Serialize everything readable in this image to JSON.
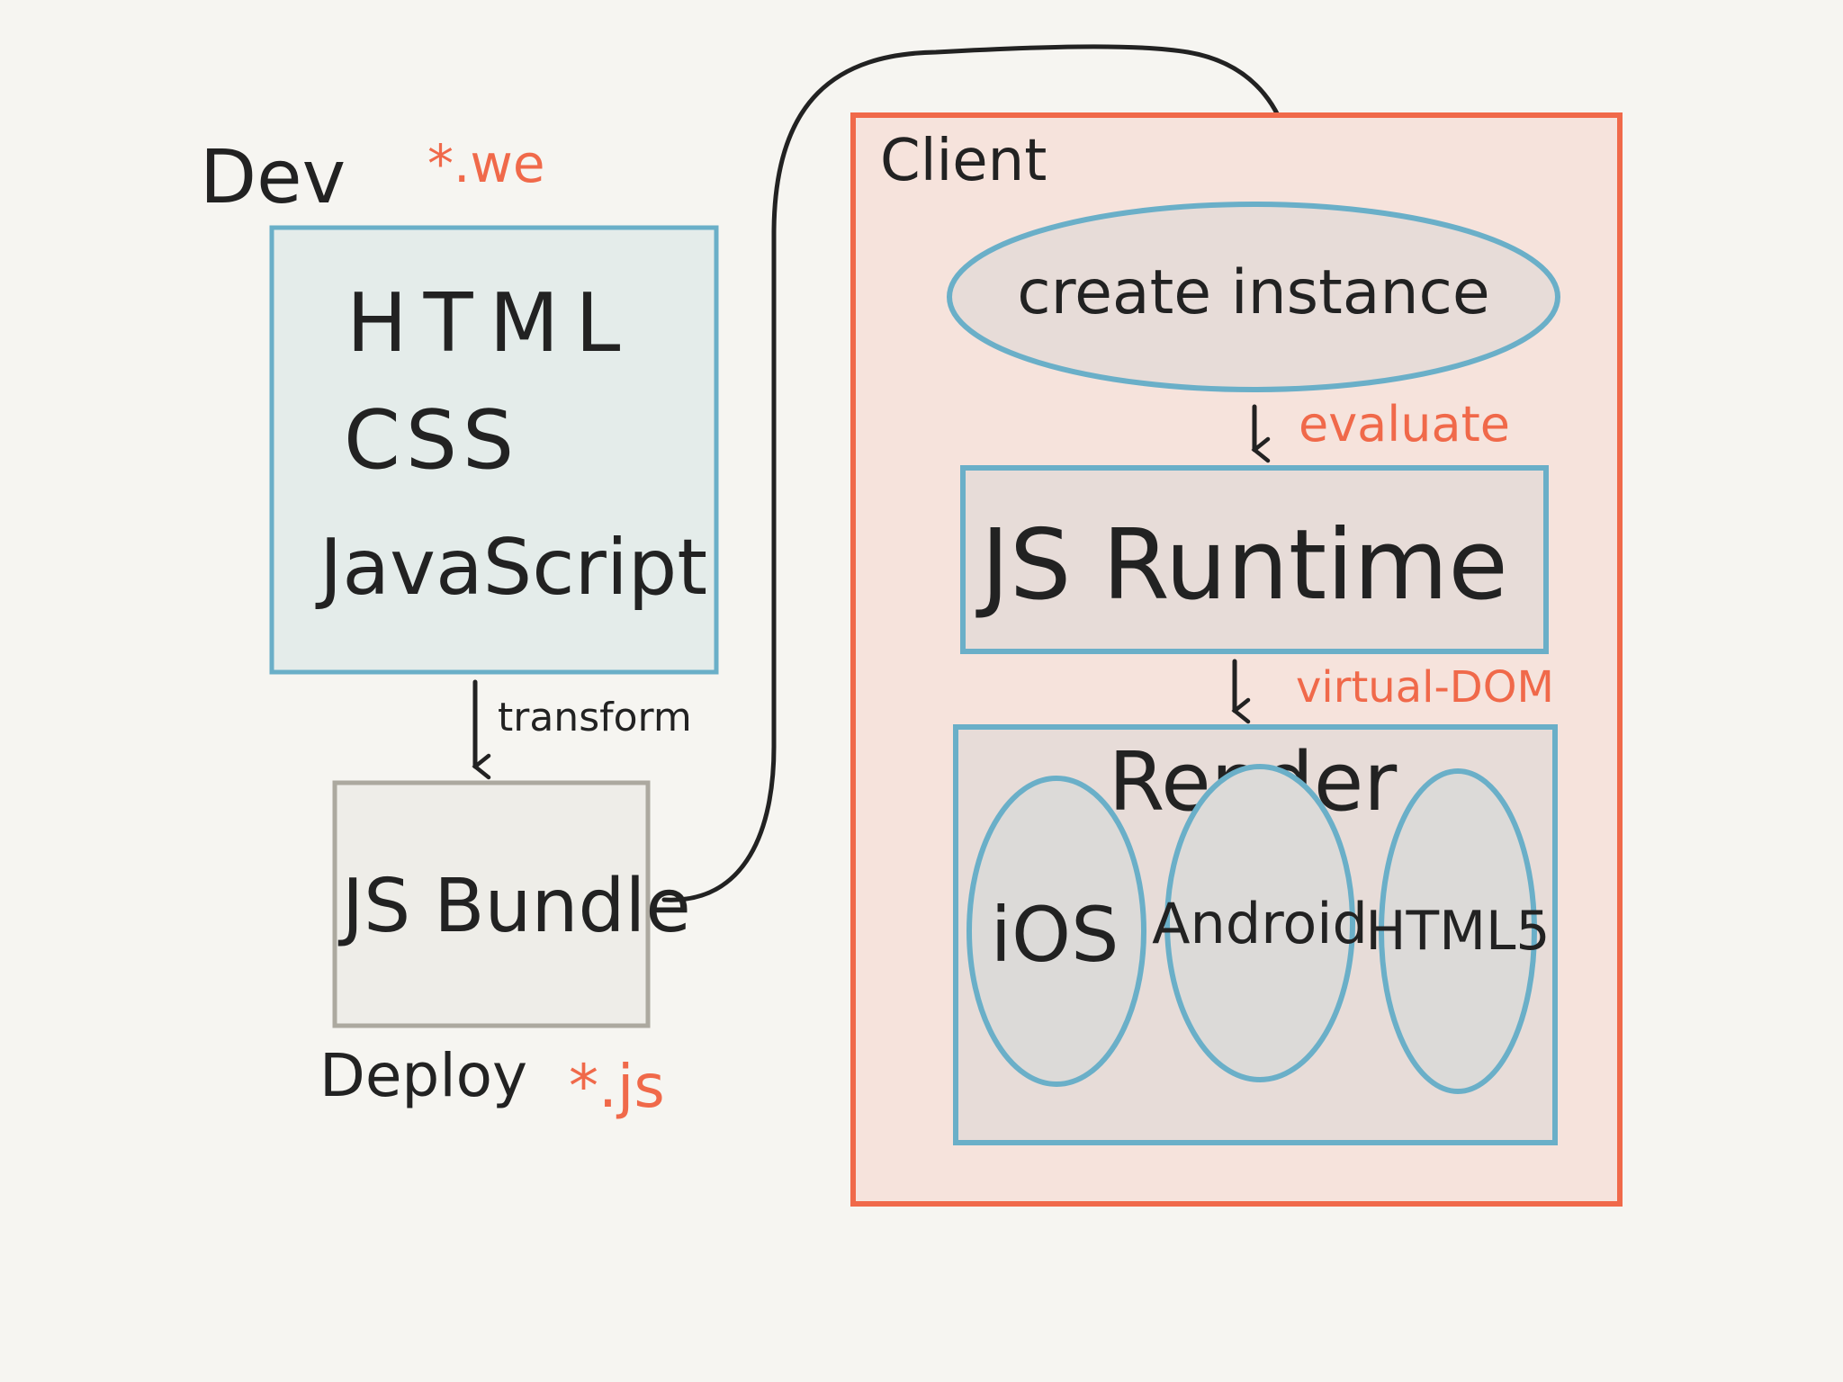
{
  "colors": {
    "background": "#f6f5f1",
    "accent_red": "#f0694a",
    "box_blue": "#6aafc8",
    "client_fill": "#f6e3dc",
    "dev_fill": "#e4ecea",
    "bundle_fill": "#eeede8",
    "bundle_border": "#aca99f",
    "inner_fill": "#e7dcd8",
    "ellipse_fill": "#dcdad8",
    "ink": "#222222"
  },
  "dev": {
    "label": "Dev",
    "ext": "*.we",
    "lines": [
      "HTML",
      "CSS",
      "JavaScript"
    ]
  },
  "transform": {
    "label": "transform"
  },
  "bundle": {
    "label": "JS Bundle",
    "deploy": "Deploy",
    "ext": "*.js"
  },
  "client": {
    "label": "Client",
    "create_instance": "create instance",
    "evaluate": "evaluate",
    "runtime": "JS Runtime",
    "virtual_dom": "virtual-DOM",
    "render": {
      "label": "Render",
      "platforms": [
        "iOS",
        "Android",
        "HTML5"
      ]
    }
  }
}
